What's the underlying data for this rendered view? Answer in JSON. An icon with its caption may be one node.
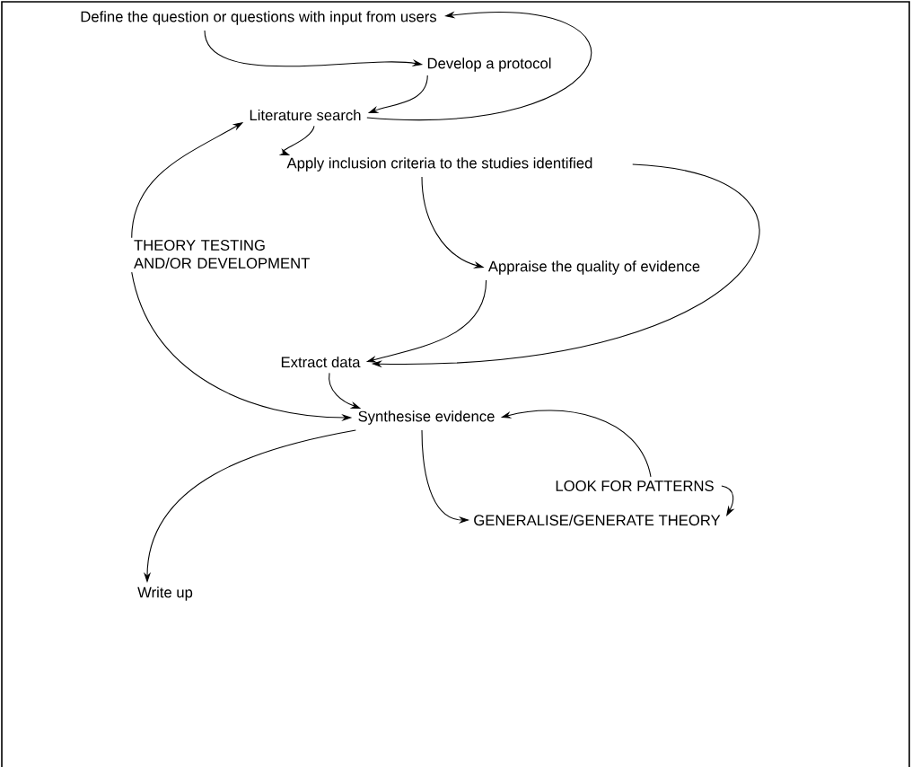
{
  "diagram": {
    "nodes": [
      {
        "text": [
          "Define the question or questions with input from users"
        ]
      },
      {
        "text": [
          "Develop a protocol"
        ]
      },
      {
        "text": [
          "Literature search"
        ]
      },
      {
        "text": [
          "Apply inclusion criteria to the studies identified"
        ]
      },
      {
        "text": [
          "THEORY TESTING AND/OR DEVELOPMENT"
        ]
      },
      {
        "text": [
          "Appraise the quality of evidence"
        ]
      },
      {
        "text": [
          "Extract data"
        ]
      },
      {
        "text": [
          "Synthesise evidence"
        ]
      },
      {
        "text": [
          "LOOK FOR PATTERNS"
        ]
      },
      {
        "text": [
          "GENERALISE/GENERATE THEORY"
        ]
      },
      {
        "text": [
          "Write up"
        ]
      }
    ],
    "edges": [
      {
        "from": 0,
        "to": 1,
        "arrow": "to"
      },
      {
        "from": 1,
        "to": 2,
        "arrow": "to"
      },
      {
        "from": 2,
        "to": 0,
        "arrow": "to"
      },
      {
        "from": 2,
        "to": 3,
        "arrow": "to"
      },
      {
        "from": 3,
        "to": 5,
        "arrow": "to"
      },
      {
        "from": 3,
        "to": 6,
        "arrow": "to"
      },
      {
        "from": 5,
        "to": 6,
        "arrow": "to"
      },
      {
        "from": 6,
        "to": 7,
        "arrow": "to"
      },
      {
        "from": 4,
        "to": 2,
        "arrow": "to"
      },
      {
        "from": 4,
        "to": 7,
        "arrow": "to"
      },
      {
        "from": 8,
        "to": 7,
        "arrow": "to"
      },
      {
        "from": 8,
        "to": 9,
        "arrow": "to"
      },
      {
        "from": 7,
        "to": 9,
        "arrow": "to"
      },
      {
        "from": 7,
        "to": 10,
        "arrow": "to"
      }
    ]
  }
}
